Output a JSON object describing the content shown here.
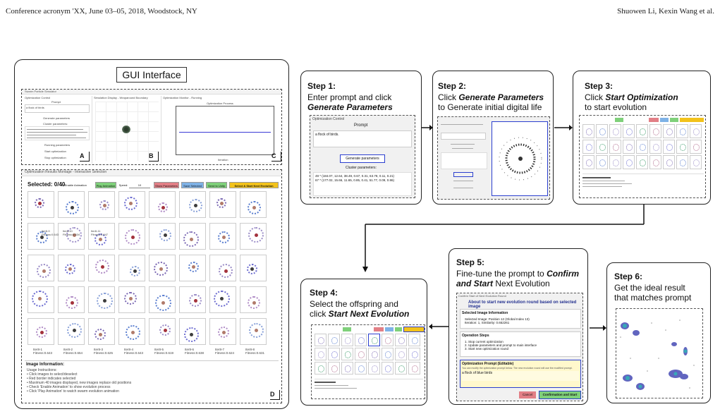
{
  "header": {
    "left": "Conference acronym 'XX, June 03–05, 2018, Woodstock, NY",
    "right": "Shuowen Li, Kexin Wang et al."
  },
  "gui": {
    "title": "GUI Interface",
    "panel_a": {
      "window_title": "Swarm Particle Simulator",
      "section": "Optimization Control",
      "prompt_label": "Prompt",
      "prompt_value": "a flock of birds",
      "generate_btn": "Generate parameters",
      "cluster_label": "Cluster parameters:",
      "buttons": [
        "Running parameters",
        "Start optimization",
        "Stop optimization"
      ],
      "letter": "A"
    },
    "panel_b": {
      "title": "Simulation Display - Wraparound Boundary",
      "letter": "B"
    },
    "panel_c": {
      "title": "Optimization Monitor - Running",
      "chart_title": "Optimization Process",
      "xlabel": "Iteration",
      "letter": "C"
    },
    "panel_d": {
      "window_title": "Optimization Results Montage - Interactive Selection",
      "selected": "Selected: 0/40",
      "enable_animation": "Enable Animation",
      "speed_label": "Speed:",
      "speed_value": "10",
      "buttons": [
        "Play Animation",
        "Show Parameters",
        "Save Selected",
        "Send to Unity",
        "Select & Start Next Evolution"
      ],
      "row2_labels": [
        {
          "id": "Iter8-9",
          "fitness": "Fitness:0.643"
        },
        {
          "id": "Iter8-10",
          "fitness": "Fitness:0.634"
        },
        {
          "id": "Iter8-11",
          "fitness": "Fitness:0.647"
        }
      ],
      "row5_labels": [
        {
          "id": "Iter8-1",
          "fitness": "Fitness:0.643"
        },
        {
          "id": "Iter8-2",
          "fitness": "Fitness:0.654"
        },
        {
          "id": "Iter8-3",
          "fitness": "Fitness:0.625"
        },
        {
          "id": "Iter8-4",
          "fitness": "Fitness:0.643"
        },
        {
          "id": "Iter8-5",
          "fitness": "Fitness:0.619"
        },
        {
          "id": "Iter8-6",
          "fitness": "Fitness:0.638"
        },
        {
          "id": "Iter8-7",
          "fitness": "Fitness:0.624"
        },
        {
          "id": "Iter8-8",
          "fitness": "Fitness:0.631"
        }
      ],
      "info_title": "Image Information:",
      "info_lines": [
        "Usage Instructions:",
        "• Click images to select/deselect",
        "• Red border indicates selected",
        "• Maximum 40 images displayed, new images replace old positions",
        "• Check 'Enable Animation' to show evolution process",
        "• Click 'Play Animation' to watch swarm evolution animation"
      ],
      "letter": "D"
    }
  },
  "steps": {
    "s1": {
      "title": "Step 1:",
      "line1": "Enter prompt and click",
      "line2": "Generate Parameters",
      "shot": {
        "section": "Optimization Control",
        "prompt_label": "Prompt",
        "prompt_value": "a flock of birds.",
        "button": "Generate parameters",
        "cluster_label": "Cluster parameters:",
        "params": [
          "49 * (184.07, 12.64, 38.49, 0.67, 0.31, 63.78, 0.11, 0.21)",
          "67 * (177.02, 15.66, 11.65, 0.85, 0.41, 51.77, 0.09, 0.86)"
        ]
      }
    },
    "s2": {
      "title": "Step 2:",
      "line1_pre": "Click ",
      "line1_em": "Generate Parameters",
      "line2": "to Generate initial digital life"
    },
    "s3": {
      "title": "Step 3:",
      "line1_pre": "Click ",
      "line1_em": "Start Optimization",
      "line2": "to start evolution"
    },
    "s4": {
      "title": "Step 4:",
      "line1": "Select the offspring and",
      "line2_pre": "click ",
      "line2_em": "Start Next Evolution"
    },
    "s5": {
      "title": "Step 5:",
      "line1_pre": "Fine-tune the prompt to ",
      "line1_em": "Confirm",
      "line2_em": "and Start",
      "line2_post": " Next Evolution",
      "shot": {
        "window_title": "Confirm Start of Next Evolution Round",
        "heading": "About to start new evolution round based on selected image",
        "sel_title": "Selected Image Information",
        "sel_lines": [
          "Selected Image: Position 12 (Global Index 13)",
          "Iteration: 1, Similarity: 0.652261"
        ],
        "ops_title": "Operation Steps",
        "ops_lines": [
          "1. Stop current optimization",
          "2. Update parameters and prompt to main interface",
          "3. Start new optimization round"
        ],
        "prompt_title": "Optimization Prompt (Editable)",
        "prompt_hint": "You can modify the optimization prompt below. The new evolution round will use the modified prompt.",
        "prompt_value": "a flock of blue birds",
        "cancel": "Cancel",
        "confirm": "Confirmation and Start"
      }
    },
    "s6": {
      "title": "Step 6:",
      "line1": "Get the ideal result",
      "line2": "that matches prompt"
    }
  },
  "colors": {
    "accent_blue": "#2b3fcf",
    "btn_green": "#7fd07a",
    "btn_red": "#e27f86",
    "btn_blue": "#7fb2e6",
    "btn_yellow": "#f2c21b",
    "plot_line": "#3b3bd6"
  }
}
